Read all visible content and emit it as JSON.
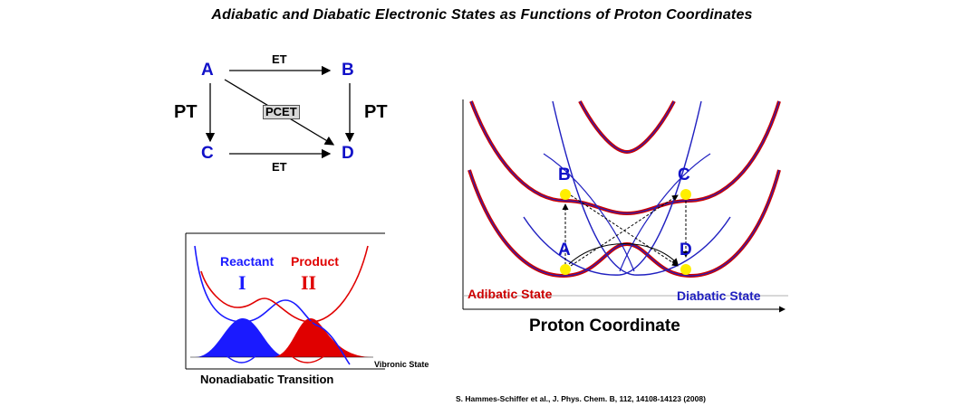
{
  "title": "Adiabatic and Diabatic Electronic States as Functions of Proton Coordinates",
  "scheme": {
    "state_a": "A",
    "state_b": "B",
    "state_c": "C",
    "state_d": "D",
    "et_top": "ET",
    "et_bottom": "ET",
    "pt_left": "PT",
    "pt_right": "PT",
    "pcet": "PCET"
  },
  "transition_panel": {
    "reactant_label": "Reactant",
    "product_label": "Product",
    "reactant_numeral": "I",
    "product_numeral": "II",
    "vibronic_label": "Vibronic State",
    "caption": "Nonadiabatic Transition",
    "colors": {
      "reactant": "#1a1aff",
      "product": "#e00000"
    }
  },
  "pes_panel": {
    "point_b": "B",
    "point_c": "C",
    "point_a": "A",
    "point_d": "D",
    "adiabatic_label": "Adibatic State",
    "diabatic_label": "Diabatic State",
    "axis_title": "Proton Coordinate",
    "colors": {
      "adiabatic": "#cc0000",
      "diabatic": "#2020c0",
      "points": "#ffee00"
    }
  },
  "citation": "S. Hammes-Schiffer et al., J. Phys. Chem. B, 112, 14108-14123 (2008)"
}
